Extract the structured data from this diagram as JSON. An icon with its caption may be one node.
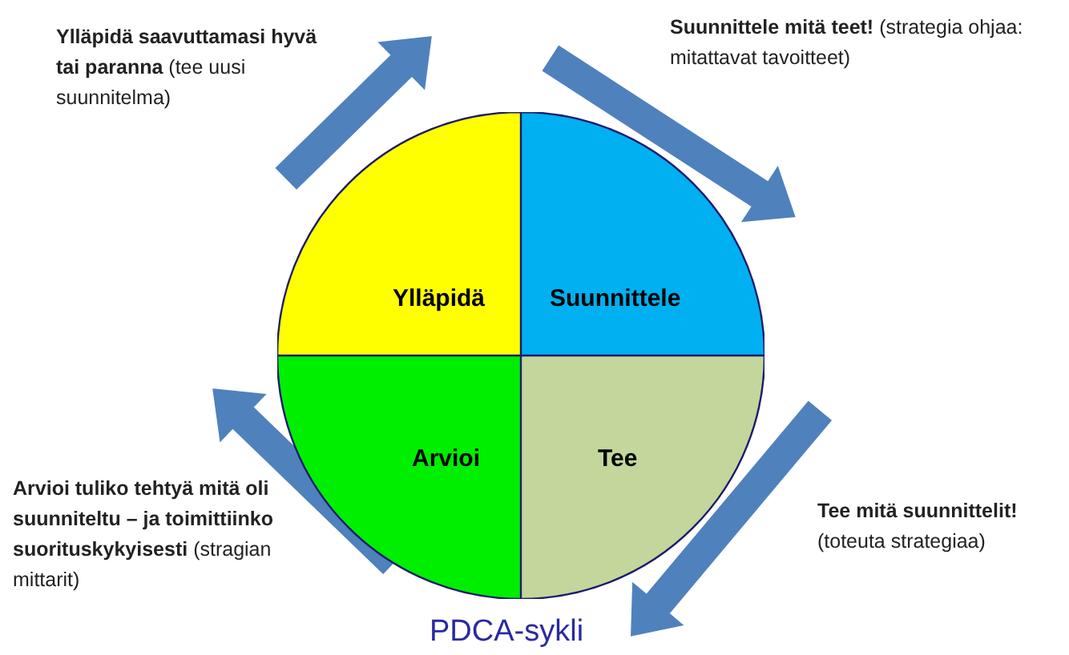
{
  "diagram": {
    "caption": "PDCA-sykli",
    "nodes": [
      {
        "text": [
          "Ylläpidä"
        ]
      },
      {
        "text": [
          "Suunnittele"
        ]
      },
      {
        "text": [
          "Arvioi"
        ]
      },
      {
        "text": [
          "Tee"
        ]
      }
    ],
    "labels": [
      "**Ylläpidä saavuttamasi hyvä tai paranna** (tee uusi suunnitelma)",
      "**Suunnittele mitä teet!** (strategia ohjaa: mitattavat tavoitteet)",
      "**Arvioi tuliko tehtyä mitä oli suunniteltu – ja toimittiinko suorituskykyisesti** (stragian mittarit)",
      "**Tee mitä suunnittelit!** (toteuta strategiaa)"
    ]
  }
}
